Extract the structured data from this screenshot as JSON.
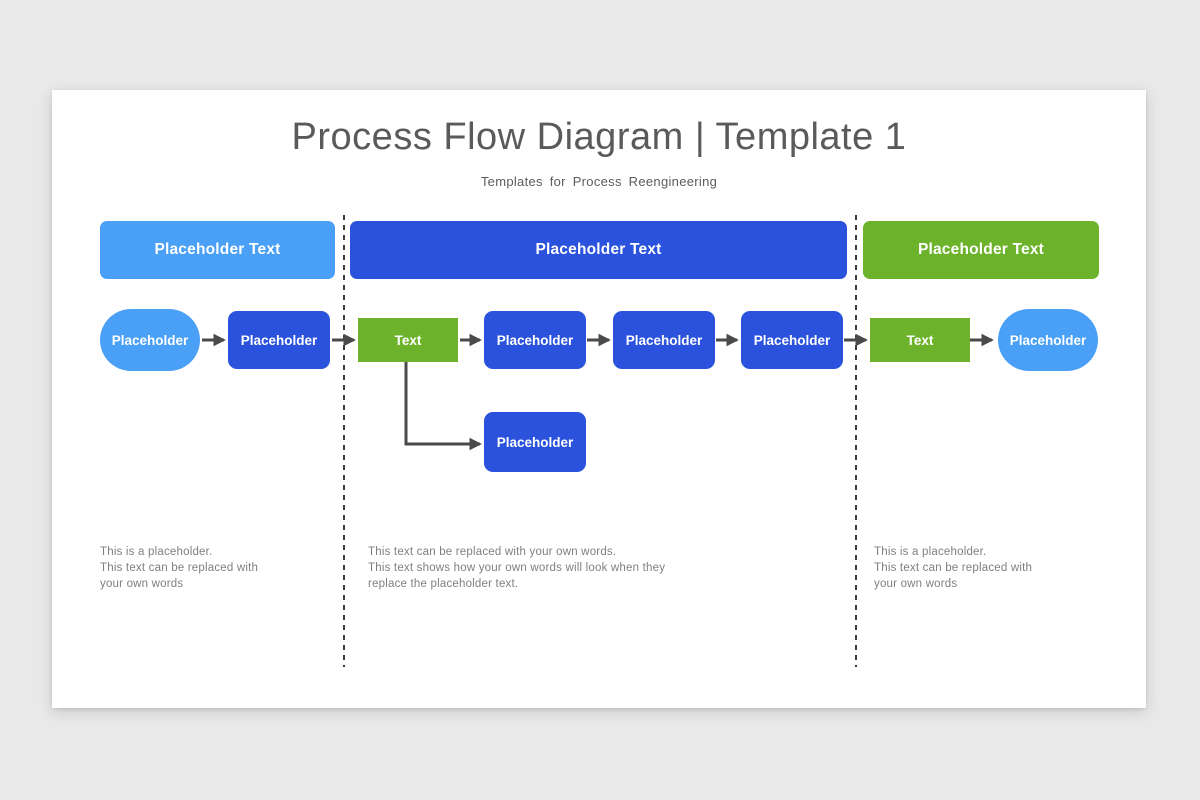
{
  "title": "Process Flow Diagram | Template 1",
  "subtitle": "Templates for Process Reengineering",
  "colors": {
    "light_blue": "#4aa0f6",
    "blue": "#2b52dc",
    "green": "#6cb32b",
    "connector_gray": "#4a4a4a",
    "title_gray": "#5a5a5a",
    "note_gray": "#7f7f7f",
    "background_gray": "#e9e9ea",
    "slide_white": "#ffffff"
  },
  "sections": [
    {
      "header": "Placeholder Text",
      "note": "This is a placeholder.\nThis text can be replaced with\nyour own words"
    },
    {
      "header": "Placeholder Text",
      "note": "This text can be replaced with your own words.\nThis text shows how your own words will look when they\nreplace the placeholder text."
    },
    {
      "header": "Placeholder Text",
      "note": "This is a placeholder.\nThis text can be replaced with\nyour own words"
    }
  ],
  "nodes": {
    "start_pill": "Placeholder",
    "step1": "Placeholder",
    "task_green1": "Text",
    "step2": "Placeholder",
    "step3": "Placeholder",
    "step4": "Placeholder",
    "branch_step": "Placeholder",
    "task_green2": "Text",
    "end_pill": "Placeholder"
  }
}
